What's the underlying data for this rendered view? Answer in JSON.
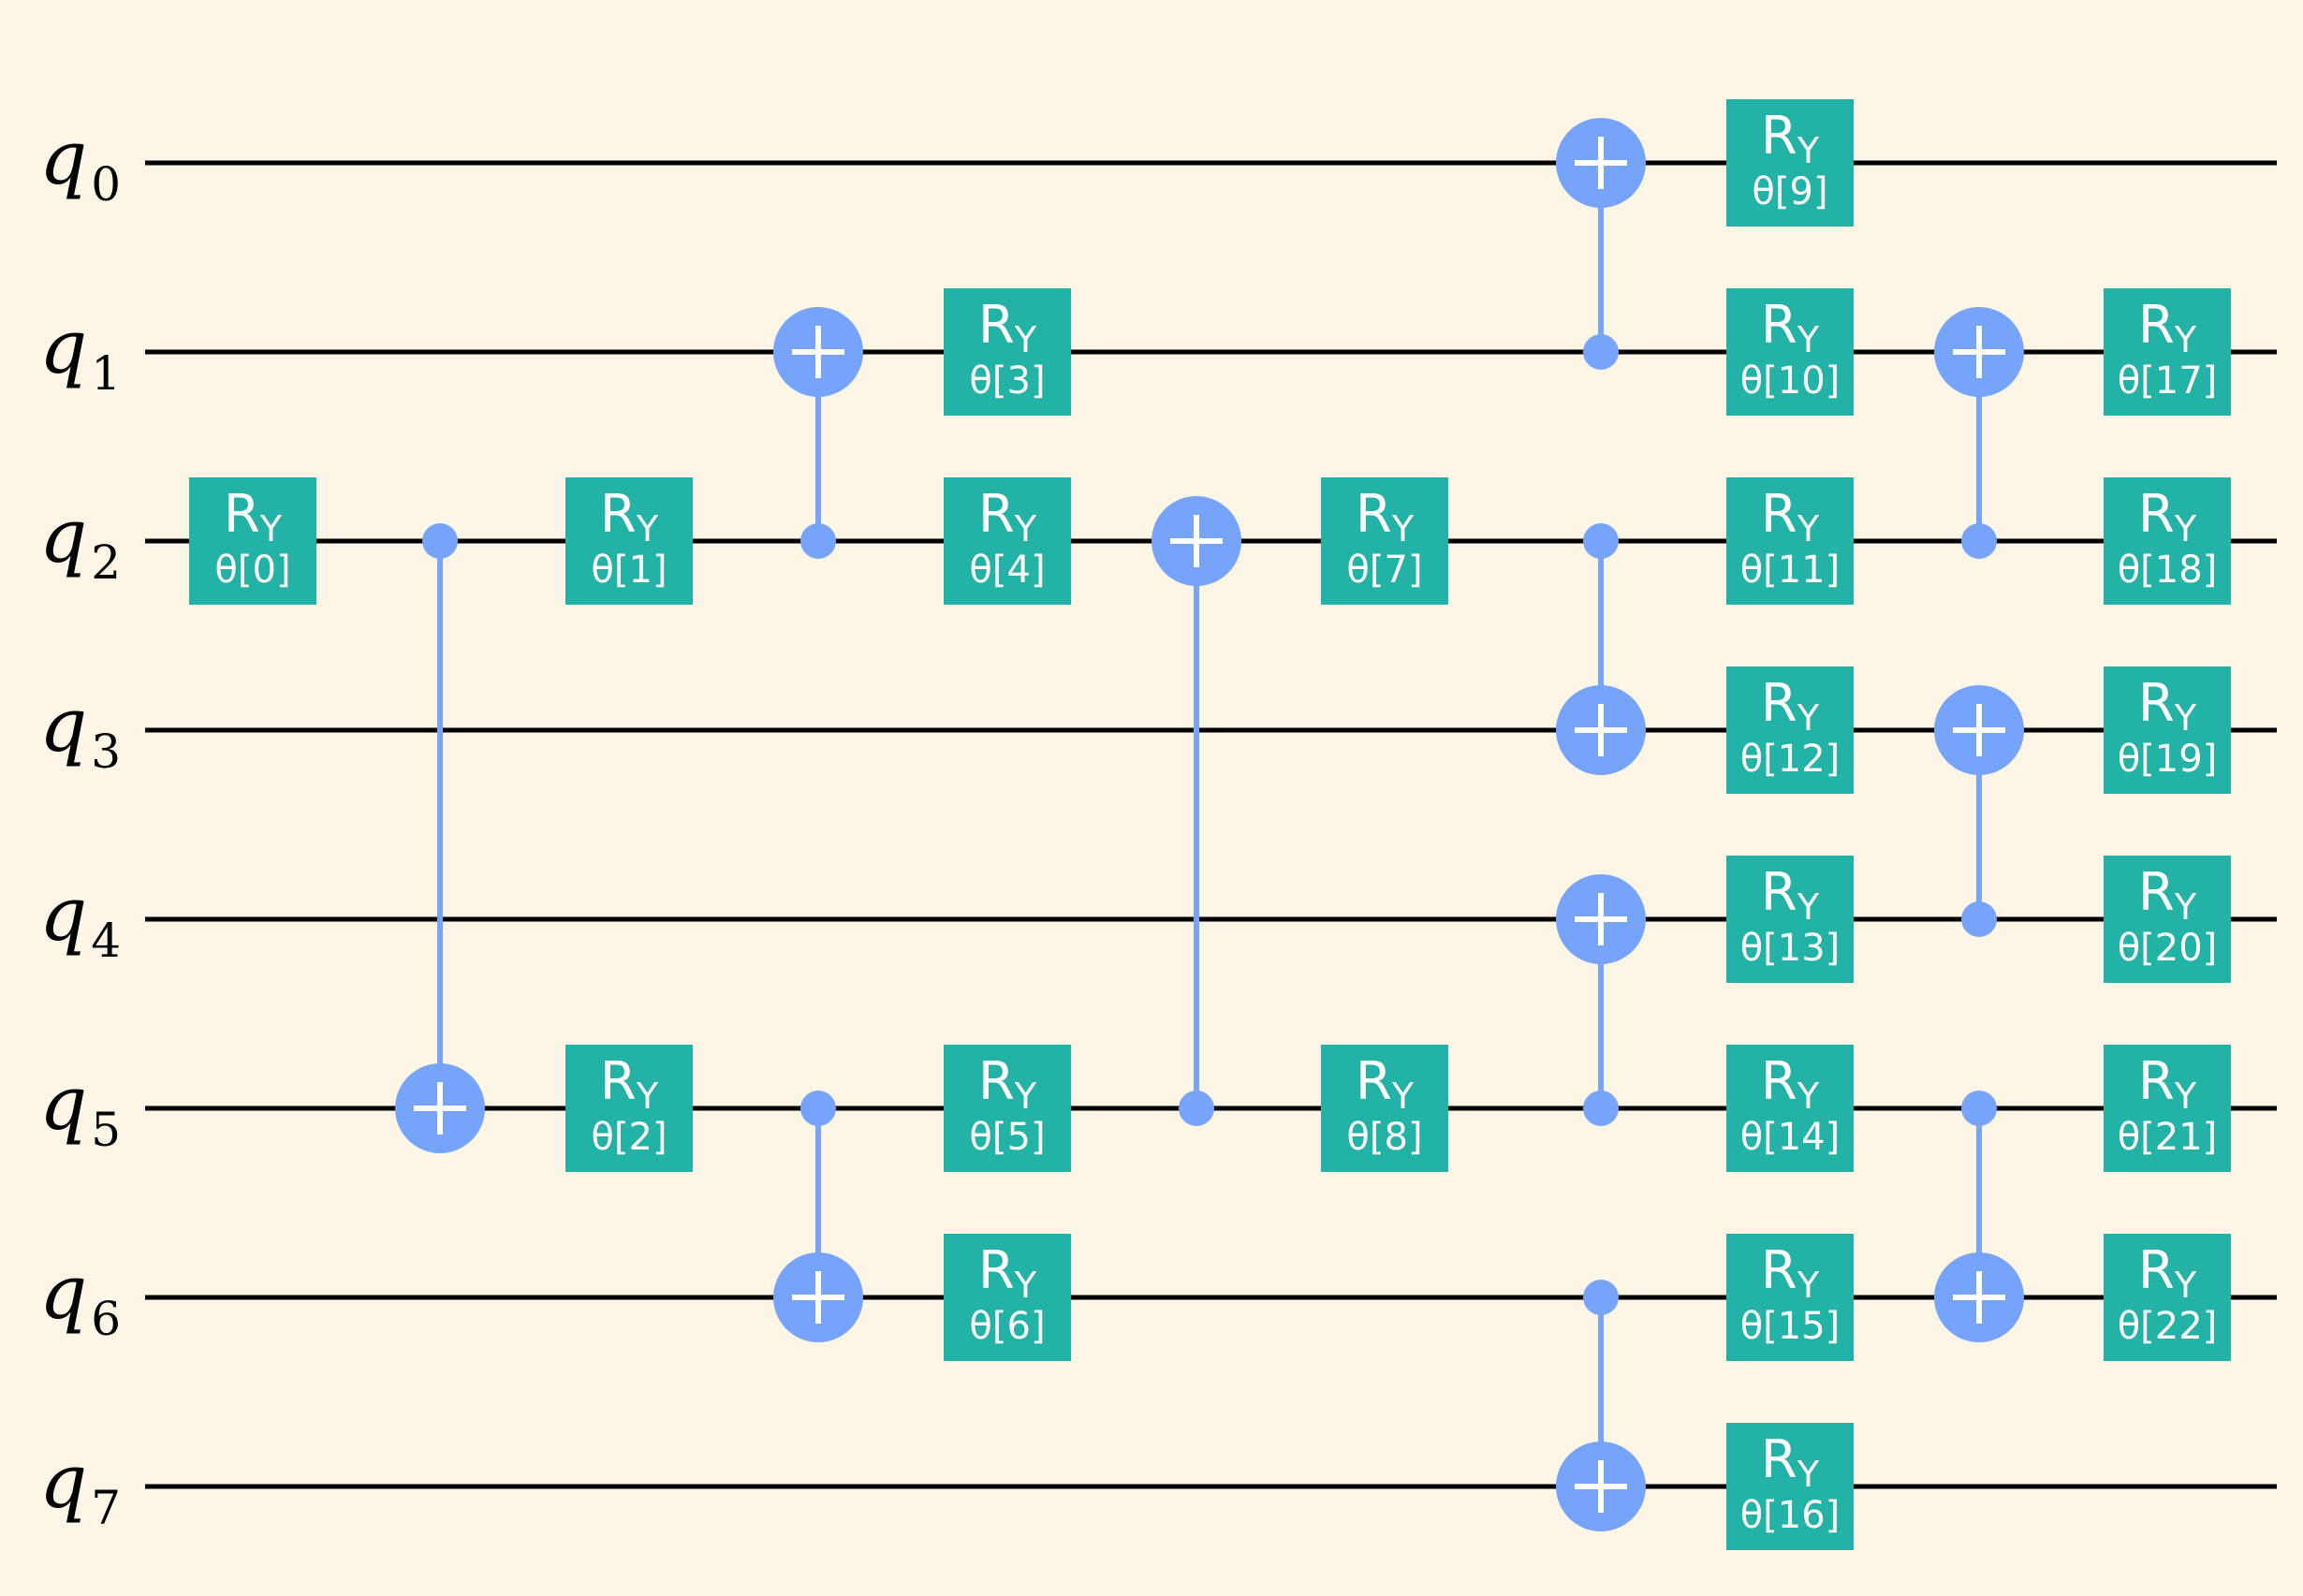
{
  "qubits": [
    {
      "letter": "q",
      "index": "0"
    },
    {
      "letter": "q",
      "index": "1"
    },
    {
      "letter": "q",
      "index": "2"
    },
    {
      "letter": "q",
      "index": "3"
    },
    {
      "letter": "q",
      "index": "4"
    },
    {
      "letter": "q",
      "index": "5"
    },
    {
      "letter": "q",
      "index": "6"
    },
    {
      "letter": "q",
      "index": "7"
    }
  ],
  "colors": {
    "background": "#fdf5e6",
    "gate": "#22b2a6",
    "cnot": "#75a4fa",
    "wire": "#000000",
    "text_on_gate": "#ffffff"
  },
  "gates": [
    {
      "type": "ry",
      "name": "R",
      "sub": "Y",
      "param": "θ[0]",
      "qubit": 2,
      "col": 0
    },
    {
      "type": "cx",
      "control": 2,
      "target": 5,
      "col": 1
    },
    {
      "type": "ry",
      "name": "R",
      "sub": "Y",
      "param": "θ[1]",
      "qubit": 2,
      "col": 2
    },
    {
      "type": "ry",
      "name": "R",
      "sub": "Y",
      "param": "θ[2]",
      "qubit": 5,
      "col": 2
    },
    {
      "type": "cx",
      "control": 2,
      "target": 1,
      "col": 3
    },
    {
      "type": "cx",
      "control": 5,
      "target": 6,
      "col": 3
    },
    {
      "type": "ry",
      "name": "R",
      "sub": "Y",
      "param": "θ[3]",
      "qubit": 1,
      "col": 4
    },
    {
      "type": "ry",
      "name": "R",
      "sub": "Y",
      "param": "θ[4]",
      "qubit": 2,
      "col": 4
    },
    {
      "type": "ry",
      "name": "R",
      "sub": "Y",
      "param": "θ[5]",
      "qubit": 5,
      "col": 4
    },
    {
      "type": "ry",
      "name": "R",
      "sub": "Y",
      "param": "θ[6]",
      "qubit": 6,
      "col": 4
    },
    {
      "type": "cx",
      "control": 5,
      "target": 2,
      "col": 5
    },
    {
      "type": "ry",
      "name": "R",
      "sub": "Y",
      "param": "θ[7]",
      "qubit": 2,
      "col": 6
    },
    {
      "type": "ry",
      "name": "R",
      "sub": "Y",
      "param": "θ[8]",
      "qubit": 5,
      "col": 6
    },
    {
      "type": "cx",
      "control": 1,
      "target": 0,
      "col": 7
    },
    {
      "type": "cx",
      "control": 2,
      "target": 3,
      "col": 7
    },
    {
      "type": "cx",
      "control": 5,
      "target": 4,
      "col": 7
    },
    {
      "type": "cx",
      "control": 6,
      "target": 7,
      "col": 7
    },
    {
      "type": "ry",
      "name": "R",
      "sub": "Y",
      "param": "θ[9]",
      "qubit": 0,
      "col": 8
    },
    {
      "type": "ry",
      "name": "R",
      "sub": "Y",
      "param": "θ[10]",
      "qubit": 1,
      "col": 8
    },
    {
      "type": "ry",
      "name": "R",
      "sub": "Y",
      "param": "θ[11]",
      "qubit": 2,
      "col": 8
    },
    {
      "type": "ry",
      "name": "R",
      "sub": "Y",
      "param": "θ[12]",
      "qubit": 3,
      "col": 8
    },
    {
      "type": "ry",
      "name": "R",
      "sub": "Y",
      "param": "θ[13]",
      "qubit": 4,
      "col": 8
    },
    {
      "type": "ry",
      "name": "R",
      "sub": "Y",
      "param": "θ[14]",
      "qubit": 5,
      "col": 8
    },
    {
      "type": "ry",
      "name": "R",
      "sub": "Y",
      "param": "θ[15]",
      "qubit": 6,
      "col": 8
    },
    {
      "type": "ry",
      "name": "R",
      "sub": "Y",
      "param": "θ[16]",
      "qubit": 7,
      "col": 8
    },
    {
      "type": "cx",
      "control": 2,
      "target": 1,
      "col": 9
    },
    {
      "type": "cx",
      "control": 4,
      "target": 3,
      "col": 9
    },
    {
      "type": "cx",
      "control": 5,
      "target": 6,
      "col": 9
    },
    {
      "type": "ry",
      "name": "R",
      "sub": "Y",
      "param": "θ[17]",
      "qubit": 1,
      "col": 10
    },
    {
      "type": "ry",
      "name": "R",
      "sub": "Y",
      "param": "θ[18]",
      "qubit": 2,
      "col": 10
    },
    {
      "type": "ry",
      "name": "R",
      "sub": "Y",
      "param": "θ[19]",
      "qubit": 3,
      "col": 10
    },
    {
      "type": "ry",
      "name": "R",
      "sub": "Y",
      "param": "θ[20]",
      "qubit": 4,
      "col": 10
    },
    {
      "type": "ry",
      "name": "R",
      "sub": "Y",
      "param": "θ[21]",
      "qubit": 5,
      "col": 10
    },
    {
      "type": "ry",
      "name": "R",
      "sub": "Y",
      "param": "θ[22]",
      "qubit": 6,
      "col": 10
    }
  ]
}
